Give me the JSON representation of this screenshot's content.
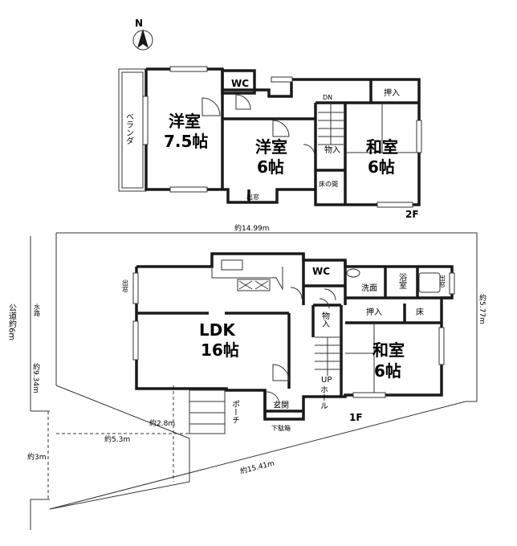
{
  "compass": {
    "north_label": "N"
  },
  "floor2": {
    "floor_label": "2F",
    "veranda": "ベランダ",
    "wc": "WC",
    "western1_name": "洋室",
    "western1_size": "7.5帖",
    "western2_name": "洋室",
    "western2_size": "6帖",
    "japanese_name": "和室",
    "japanese_size": "6帖",
    "storage": "物入",
    "oshiire": "押入",
    "toko": "床の間",
    "bay_window": "出窓",
    "stairs_dn": "DN"
  },
  "floor1": {
    "floor_label": "1F",
    "ldk_name": "LDK",
    "ldk_size": "16帖",
    "wc": "WC",
    "washroom": "洗面",
    "bath": "浴室",
    "bay_window_left": "出窓",
    "bay_window_bath": "出窓",
    "oshiire": "押入",
    "toko": "床",
    "japanese_name": "和室",
    "japanese_size": "6帖",
    "storage": "物入",
    "stairs_up": "UP",
    "hall": "ホール",
    "entrance": "玄関",
    "shoe_box": "下駄箱",
    "porch": "ポーチ"
  },
  "site": {
    "width_top": "約14.99m",
    "width_bottom": "約15.41m",
    "depth_right": "約5.77m",
    "depth_left": "約9.34m",
    "road": "公道約6m",
    "waterway": "水路",
    "offset_3m": "約3m",
    "offset_5_3m": "約5.3m",
    "offset_2_8m": "約2.8m"
  }
}
